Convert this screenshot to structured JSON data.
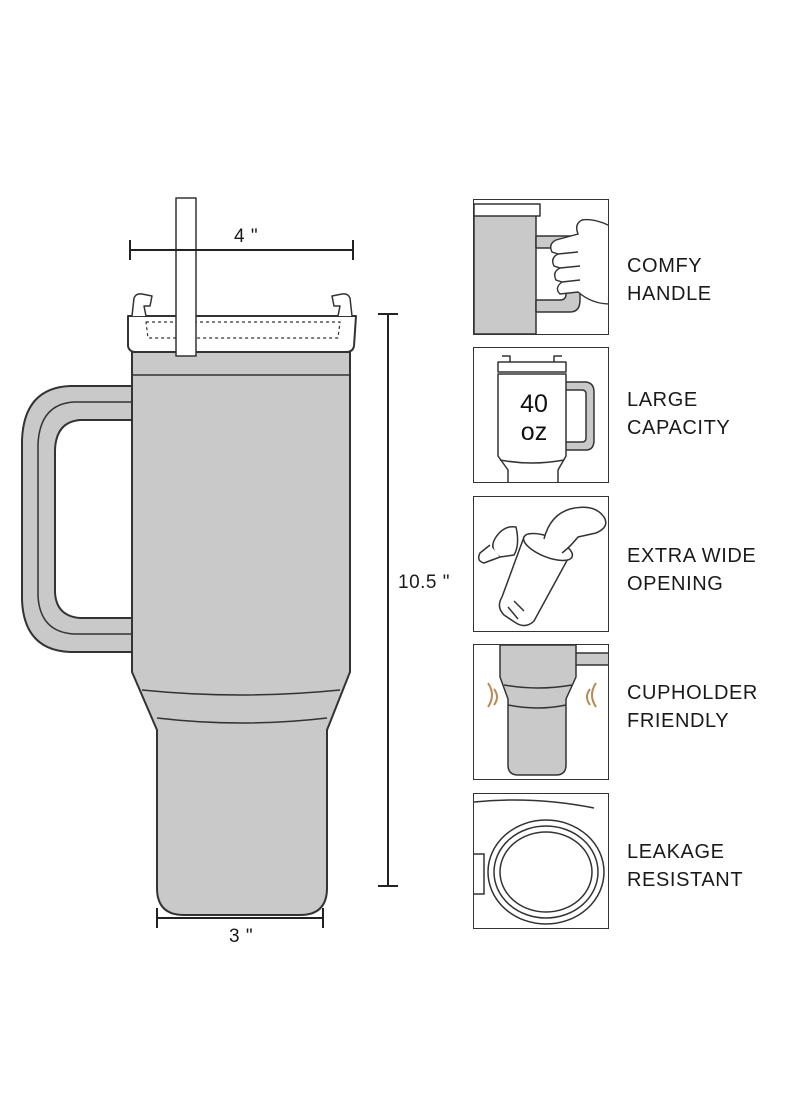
{
  "dimensions": {
    "width_top": "4 \"",
    "height": "10.5 \"",
    "width_bottom": "3 \""
  },
  "features": [
    {
      "line1": "COMFY",
      "line2": "HANDLE",
      "icon": "hand-gripping-handle-icon"
    },
    {
      "line1": "LARGE",
      "line2": "CAPACITY",
      "icon": "tumbler-capacity-icon"
    },
    {
      "line1": "EXTRA WIDE",
      "line2": "OPENING",
      "icon": "hand-in-opening-icon"
    },
    {
      "line1": "CUPHOLDER",
      "line2": "FRIENDLY",
      "icon": "cupholder-icon"
    },
    {
      "line1": "LEAKAGE",
      "line2": "RESISTANT",
      "icon": "lid-seal-icon"
    }
  ],
  "capacity_badge": {
    "amount": "40",
    "unit": "oz"
  },
  "colors": {
    "tumbler_fill": "#c9c9c9",
    "outline": "#333333",
    "background": "#ffffff"
  }
}
